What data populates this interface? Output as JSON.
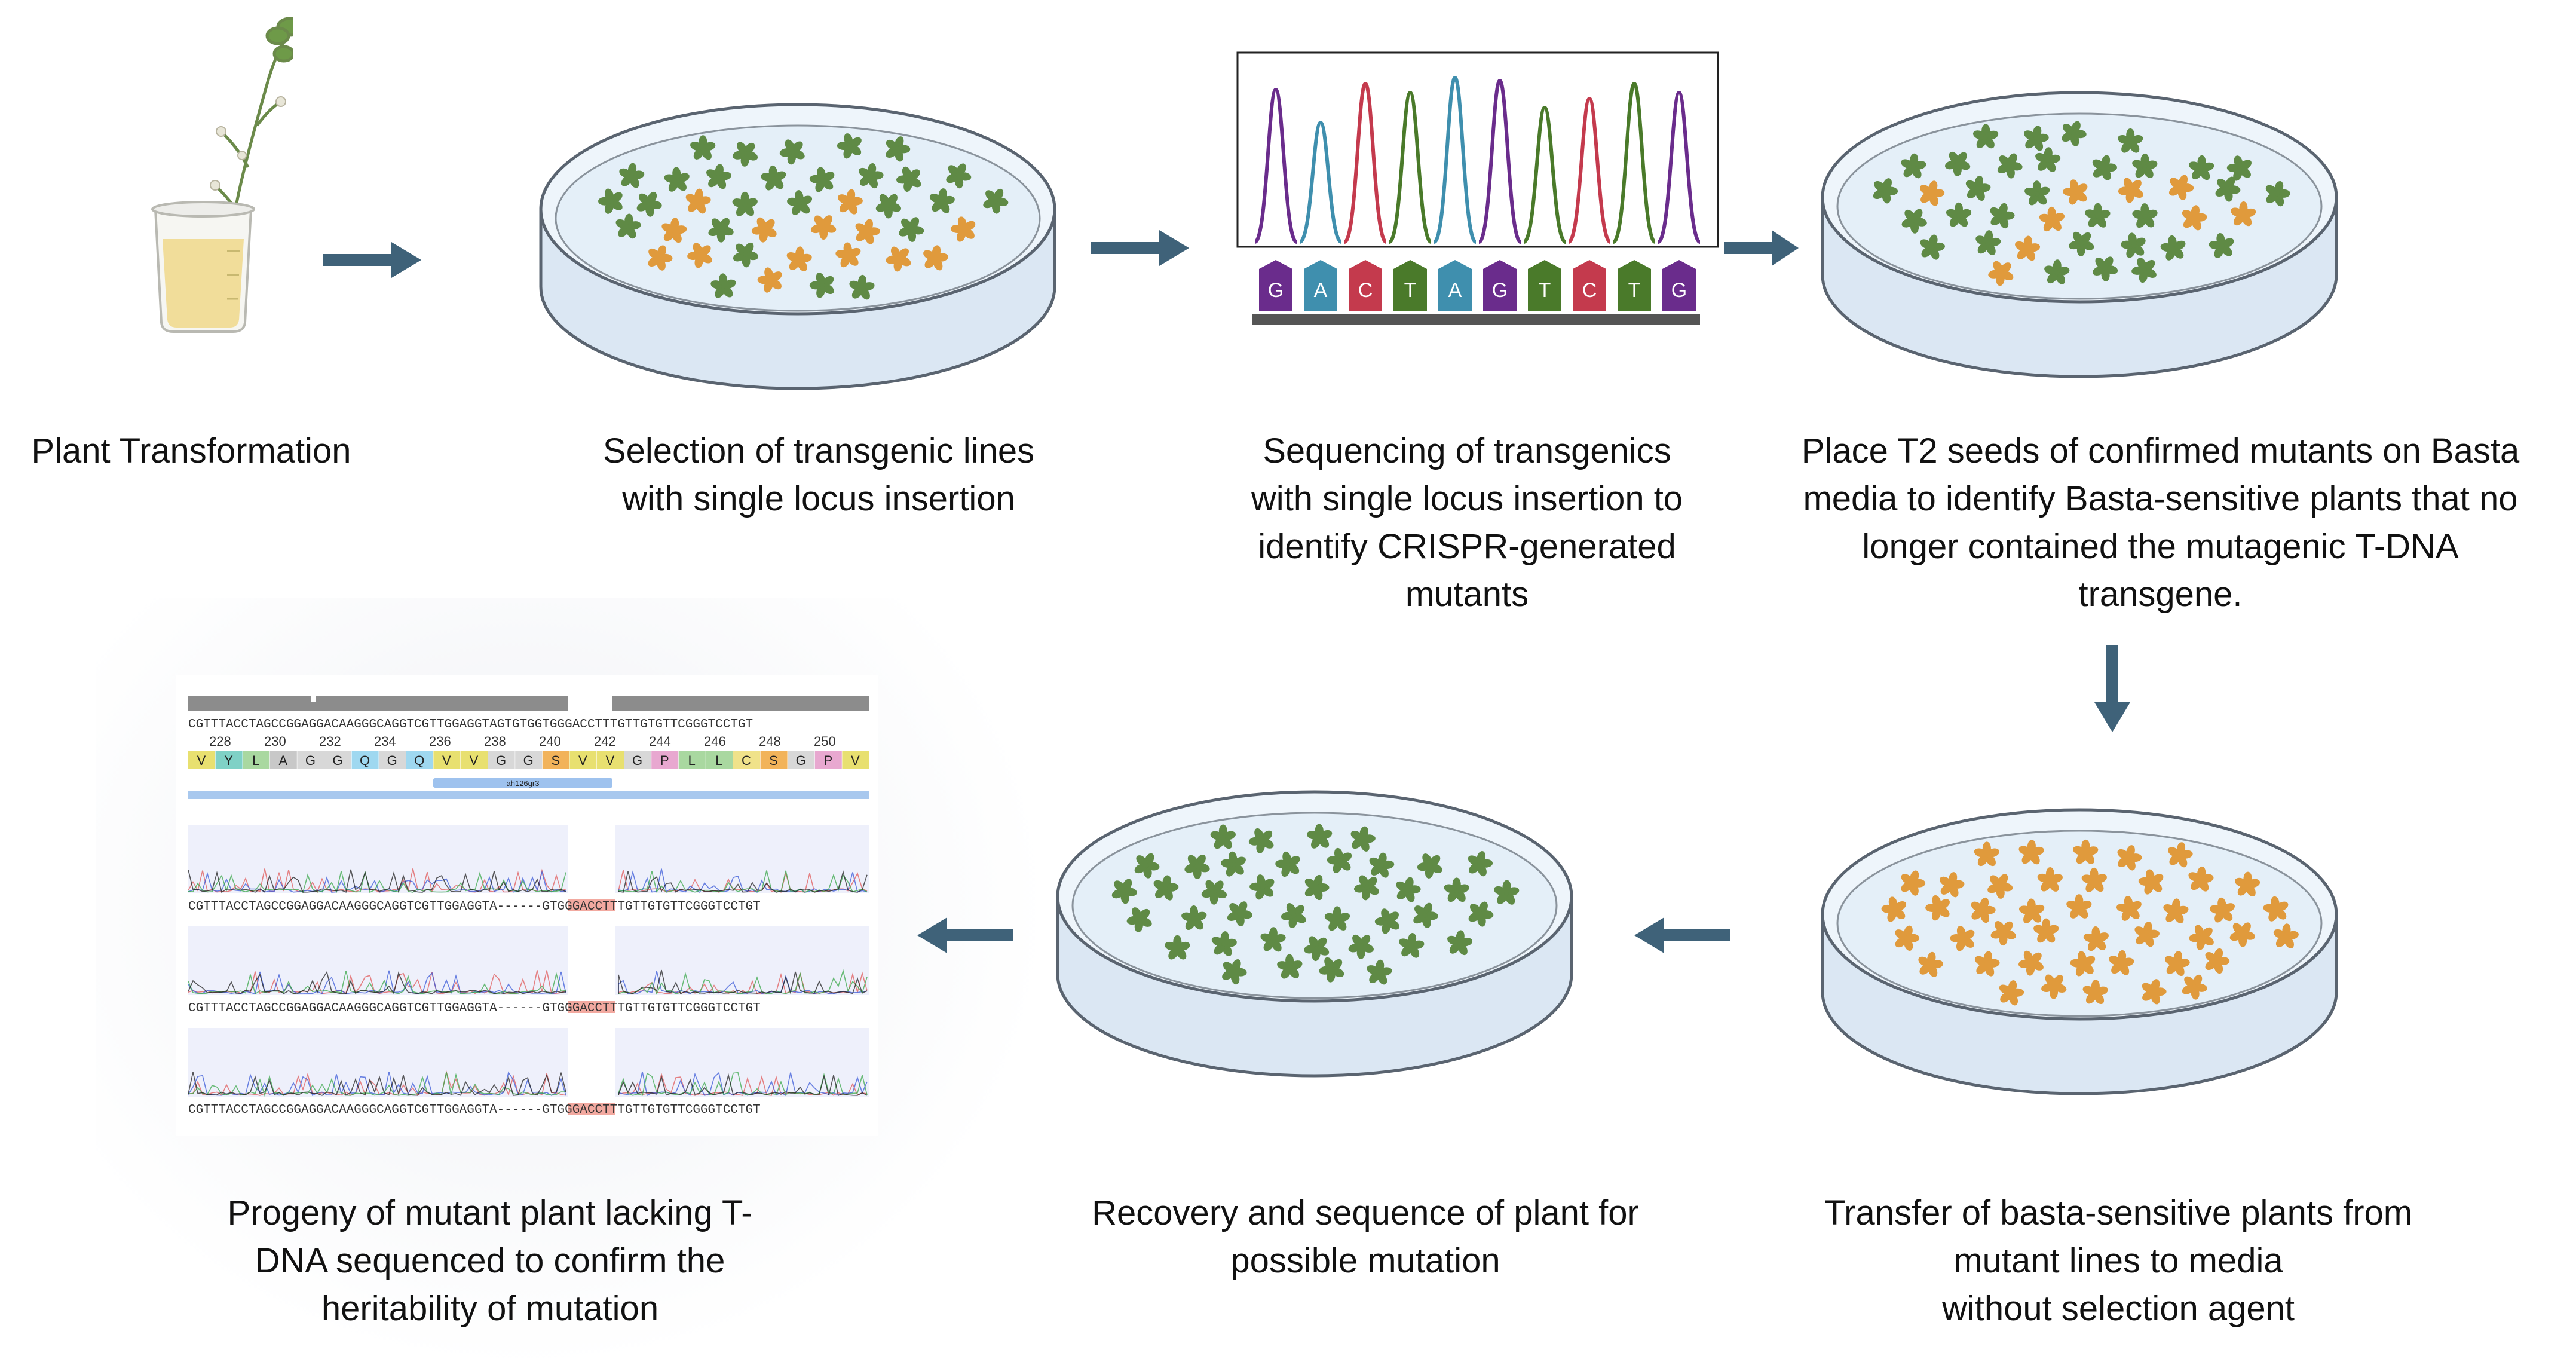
{
  "steps": {
    "s1": "Plant Transformation",
    "s2": "Selection of transgenic lines\nwith single locus insertion",
    "s3": "Sequencing of transgenics\nwith single locus insertion to\nidentify CRISPR-generated\nmutants",
    "s4": "Place T2 seeds of confirmed mutants on Basta\nmedia to identify Basta-sensitive plants that no\nlonger contained the mutagenic T-DNA\ntransgene.",
    "s5": "Transfer of basta-sensitive plants from\nmutant lines to media\nwithout selection agent",
    "s6": "Recovery and sequence of plant for\npossible mutation",
    "s7": "Progeny of mutant plant lacking T-\nDNA sequenced to confirm the\nheritability of mutation"
  },
  "bases": [
    "G",
    "A",
    "C",
    "T",
    "A",
    "G",
    "T",
    "C",
    "T",
    "G"
  ],
  "alignment": {
    "reference": "CGTTTACCTAGCCGGAGGACAAGGGCAGGTCGTTGGAGGTAGTGTGGTGGGACCTTTGTTGTGTTCGGGTCCTGT",
    "positions": [
      "228",
      "230",
      "232",
      "234",
      "236",
      "238",
      "240",
      "242",
      "244",
      "246",
      "248",
      "250"
    ],
    "aa": [
      "V",
      "Y",
      "L",
      "A",
      "G",
      "G",
      "Q",
      "G",
      "Q",
      "V",
      "V",
      "G",
      "G",
      "S",
      "V",
      "V",
      "G",
      "P",
      "L",
      "L",
      "C",
      "S",
      "G",
      "P",
      "V"
    ],
    "feature": "ah126gr3",
    "reads": [
      "CGTTTACCTAGCCGGAGGACAAGGGCAGGTCGTTGGAGGTA------GTGGGACCTTTGTTGTGTTCGGGTCCTGT",
      "CGTTTACCTAGCCGGAGGACAAGGGCAGGTCGTTGGAGGTA------GTGGGACCTTTGTTGTGTTCGGGTCCTGT",
      "CGTTTACCTAGCCGGAGGACAAGGGCAGGTCGTTGGAGGTA------GTGGGACCTTTGTTGTGTTCGGGTCCTGT"
    ]
  },
  "colors": {
    "arrow": "#3f6279",
    "plant_green": "#5f8a45",
    "plant_orange": "#e09a3c",
    "dish_fill": "#e4eff8",
    "dish_edge": "#5a6470",
    "deletion": "#f2a9a0"
  }
}
